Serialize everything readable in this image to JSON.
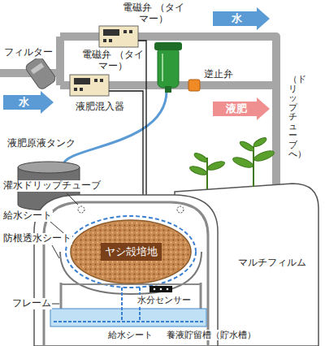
{
  "diagram": {
    "nodes": [
      {
        "text": [
          "水"
        ]
      },
      {
        "text": [
          "水"
        ]
      },
      {
        "text": [
          "液肥"
        ]
      },
      {
        "text": [
          "ヤシ殻培地"
        ]
      }
    ],
    "labels": [
      "電磁弁 （タイマー）",
      "フィルター",
      "電磁弁 （タイマー）",
      "液肥混入器",
      "逆止弁",
      "（ドリップチューブへ）",
      "液肥原液タンク",
      "灌水ドリップチューブ",
      "給水シート",
      "防根透水シート",
      "マルチフィルム",
      "水分センサー",
      "フレーム",
      "給水シート",
      "養液貯留槽（貯水槽）"
    ]
  }
}
